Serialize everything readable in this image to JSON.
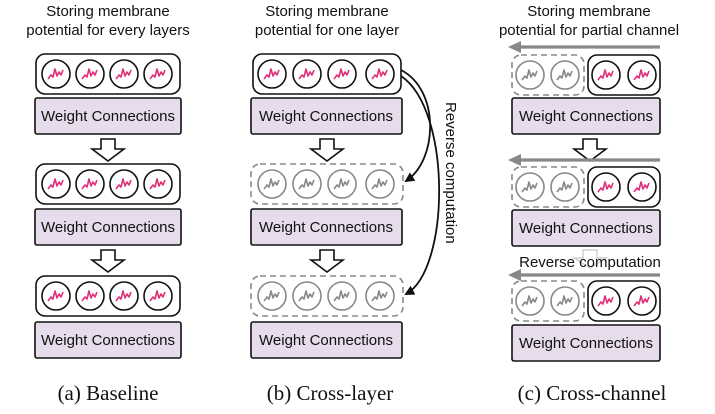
{
  "panels": [
    {
      "id": "baseline",
      "title_line1": "Storing membrane",
      "title_line2": "potential for every layers",
      "block_label": "Weight Connections",
      "caption": "(a)  Baseline"
    },
    {
      "id": "cross-layer",
      "title_line1": "Storing membrane",
      "title_line2": "potential for one layer",
      "block_label": "Weight Connections",
      "side_label": "Reverse computation",
      "caption": "(b)  Cross-layer"
    },
    {
      "id": "cross-channel",
      "title_line1": "Storing membrane",
      "title_line2": "potential for partial channel",
      "block_label": "Weight Connections",
      "inline_label": "Reverse computation",
      "caption": "(c)  Cross-channel"
    }
  ],
  "colors": {
    "weight_block_fill": "#e6dcec",
    "stored_wave": "#e0307a",
    "recomputed": "#888888"
  },
  "icons": [
    "membrane-potential-neuron-icon",
    "hollow-down-arrow-icon",
    "curved-arrow-icon",
    "left-arrow-icon"
  ]
}
